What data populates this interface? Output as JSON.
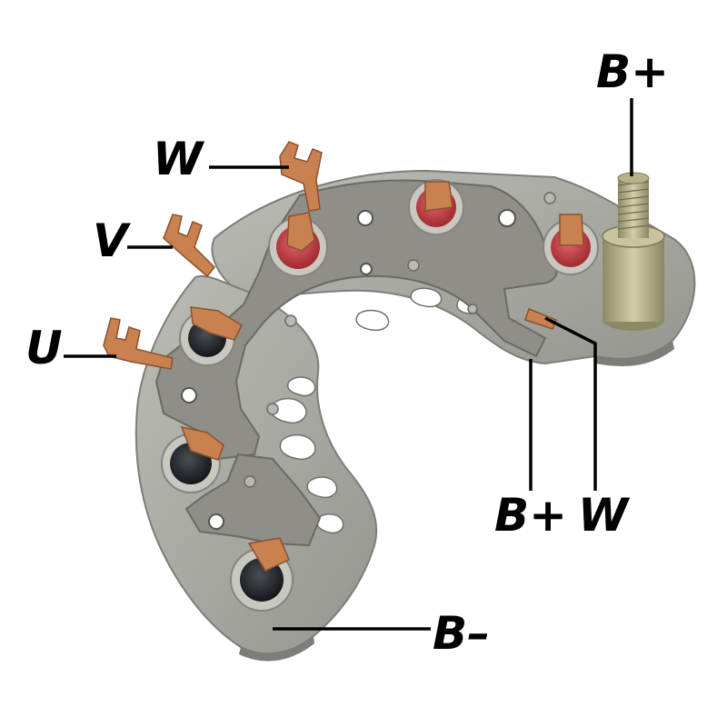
{
  "labels": {
    "b_plus_top": "B+",
    "w_top": "W",
    "v": "V",
    "u": "U",
    "b_plus_bottom": "B+",
    "w_bottom": "W",
    "b_minus": "B–"
  },
  "colors": {
    "plate": "#a9aba4",
    "plate_dark": "#7f817c",
    "bracket": "#8e8d88",
    "copper": "#c9814f",
    "diode_red": "#c23a3e",
    "diode_black": "#1e2124",
    "stud": "#b3ad86",
    "leader": "#000000"
  }
}
